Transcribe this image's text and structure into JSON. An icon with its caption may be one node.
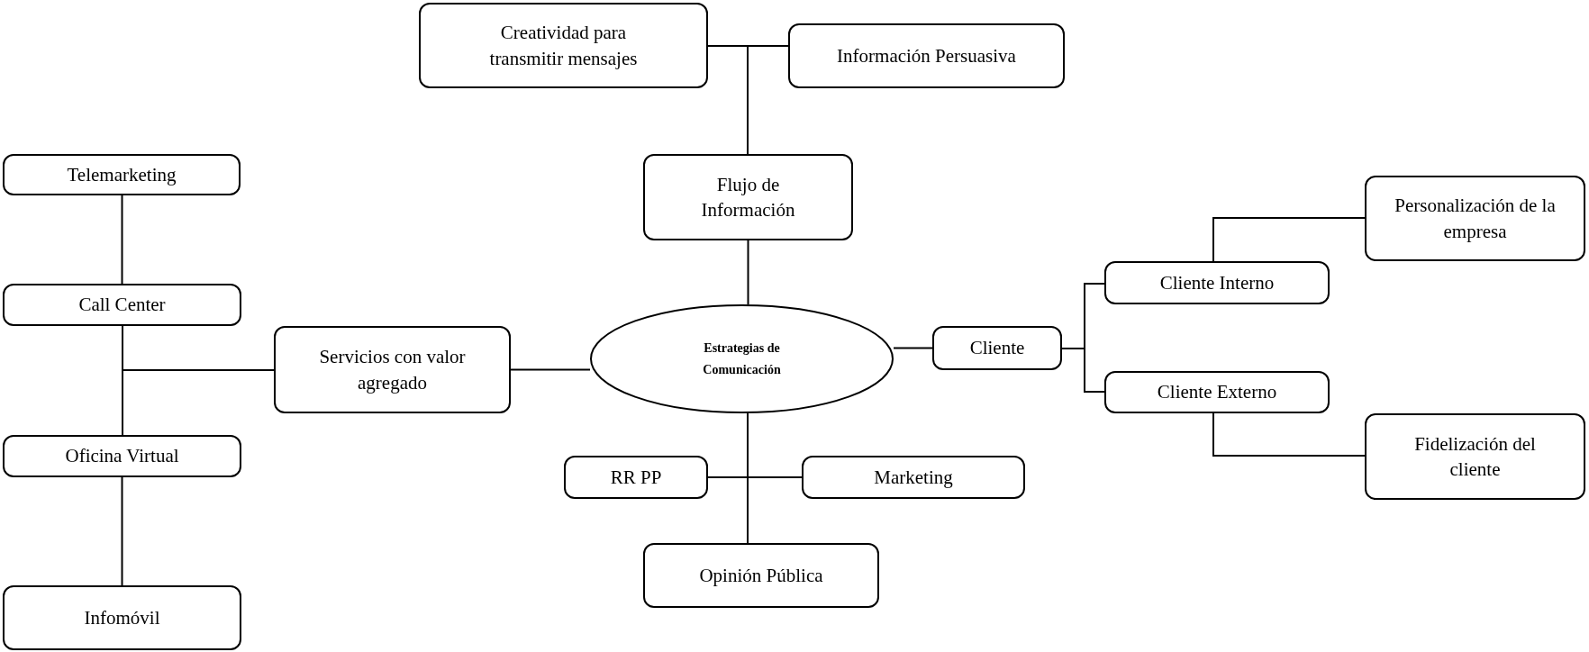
{
  "diagram": {
    "nodes": [
      {
        "text": [
          "Estrategias de Comunicación"
        ]
      },
      {
        "text": [
          "Flujo de Información"
        ]
      },
      {
        "text": [
          "Creatividad para transmitir mensajes"
        ]
      },
      {
        "text": [
          "Información Persuasiva"
        ]
      },
      {
        "text": [
          "Servicios con valor agregado"
        ]
      },
      {
        "text": [
          "Telemarketing"
        ]
      },
      {
        "text": [
          "Call Center"
        ]
      },
      {
        "text": [
          "Oficina Virtual"
        ]
      },
      {
        "text": [
          "Infomóvil"
        ]
      },
      {
        "text": [
          "Cliente"
        ]
      },
      {
        "text": [
          "Cliente Interno"
        ]
      },
      {
        "text": [
          "Cliente Externo"
        ]
      },
      {
        "text": [
          "Personalización de la empresa"
        ]
      },
      {
        "text": [
          "Fidelización del cliente"
        ]
      },
      {
        "text": [
          "RR PP"
        ]
      },
      {
        "text": [
          "Marketing"
        ]
      },
      {
        "text": [
          "Opinión Pública"
        ]
      }
    ],
    "edges": [
      {
        "from": 0,
        "to": 1,
        "arrow": "none"
      },
      {
        "from": 1,
        "to": 2,
        "arrow": "none"
      },
      {
        "from": 1,
        "to": 3,
        "arrow": "none"
      },
      {
        "from": 0,
        "to": 4,
        "arrow": "none"
      },
      {
        "from": 4,
        "to": 6,
        "arrow": "none"
      },
      {
        "from": 4,
        "to": 7,
        "arrow": "none"
      },
      {
        "from": 5,
        "to": 6,
        "arrow": "none"
      },
      {
        "from": 7,
        "to": 8,
        "arrow": "none"
      },
      {
        "from": 0,
        "to": 9,
        "arrow": "none"
      },
      {
        "from": 9,
        "to": 10,
        "arrow": "none"
      },
      {
        "from": 9,
        "to": 11,
        "arrow": "none"
      },
      {
        "from": 10,
        "to": 12,
        "arrow": "none"
      },
      {
        "from": 11,
        "to": 13,
        "arrow": "none"
      },
      {
        "from": 0,
        "to": 14,
        "arrow": "none"
      },
      {
        "from": 0,
        "to": 15,
        "arrow": "none"
      },
      {
        "from": 0,
        "to": 16,
        "arrow": "none"
      }
    ]
  }
}
